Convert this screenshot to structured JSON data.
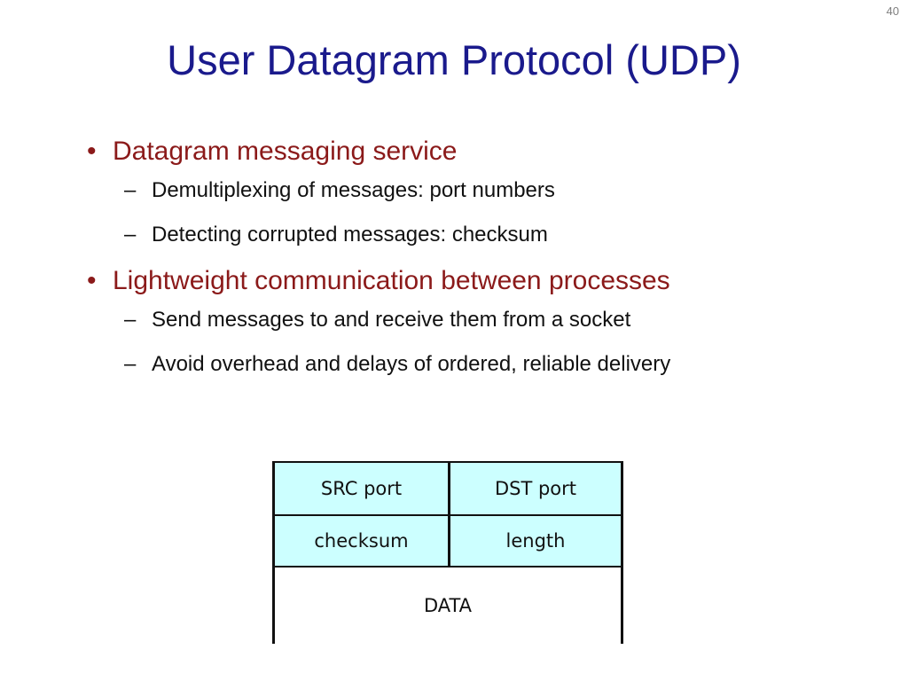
{
  "slide_number": "40",
  "title": "User Datagram Protocol (UDP)",
  "bullets": [
    {
      "text": "Datagram messaging service",
      "subs": [
        "Demultiplexing of messages: port numbers",
        "Detecting corrupted messages: checksum"
      ]
    },
    {
      "text": "Lightweight communication between processes",
      "subs": [
        "Send messages to and receive them from a socket",
        "Avoid overhead and delays of ordered, reliable delivery"
      ]
    }
  ],
  "header_diagram": {
    "src_port": "SRC port",
    "dst_port": "DST port",
    "checksum": "checksum",
    "length": "length",
    "data": "DATA"
  },
  "colors": {
    "title": "#1a1a8c",
    "bullet": "#8b1a1a",
    "field_fill": "#ccffff"
  }
}
